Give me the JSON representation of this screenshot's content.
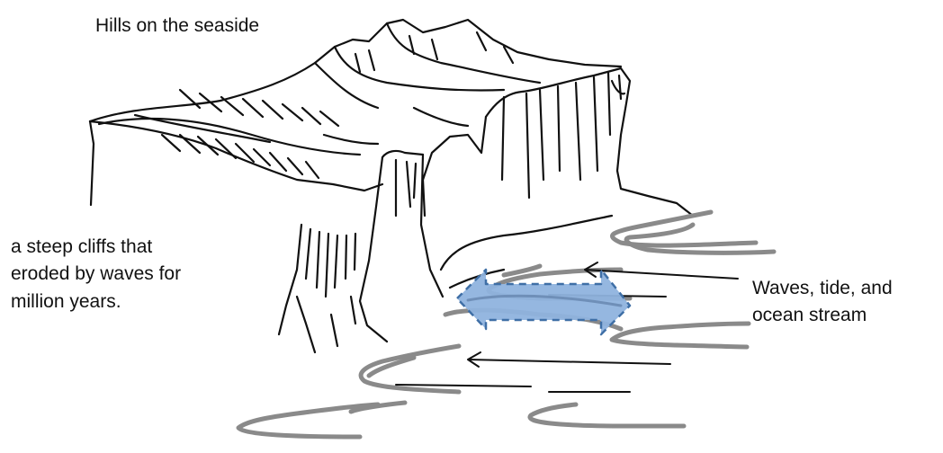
{
  "labels": {
    "hills": "Hills on the seaside",
    "cliffs_line1": "a steep cliffs that",
    "cliffs_line2": "eroded by waves for",
    "cliffs_line3": "million years.",
    "waves_line1": "Waves, tide, and",
    "waves_line2": "ocean stream"
  },
  "colors": {
    "ink": "#111111",
    "water": "#8a8a8a",
    "arrow_fill": "#8fb3de",
    "arrow_outline": "#3f6fa6"
  }
}
